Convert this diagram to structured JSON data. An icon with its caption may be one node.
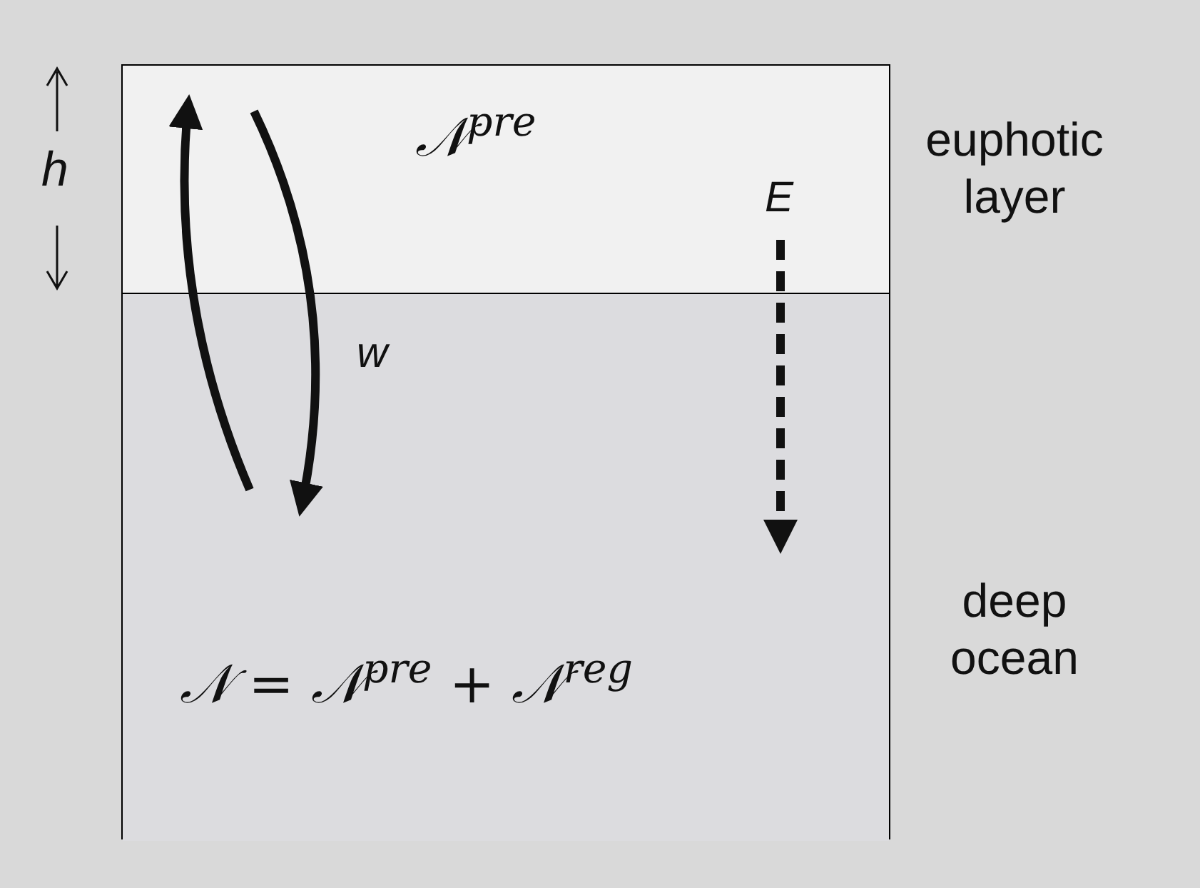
{
  "diagram": {
    "nodes": [
      {
        "text": [
          "𝒩$^{pre}$"
        ],
        "beside": [
          "euphotic layer"
        ]
      },
      {
        "text": [
          "𝒩 = 𝒩$^{pre}$ + 𝒩$^{reg}$"
        ],
        "beside": [
          "deep ocean"
        ]
      }
    ],
    "edges": [
      {
        "from": 1,
        "to": 0,
        "arrow": "to"
      },
      {
        "from": 0,
        "to": 1,
        "arrow": "to",
        "label": "w"
      },
      {
        "from": 0,
        "to": 1,
        "arrow": "to",
        "style": "dashed",
        "label": "E"
      }
    ],
    "labels": [
      "h"
    ]
  }
}
